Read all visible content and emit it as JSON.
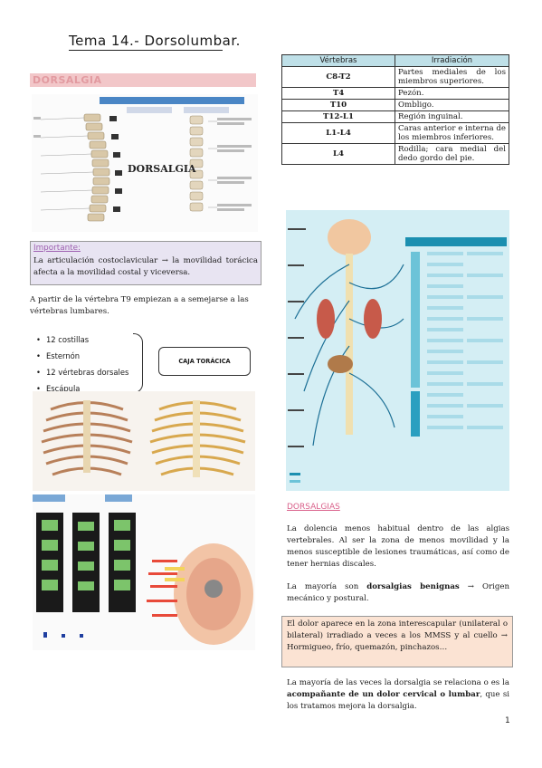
{
  "title": "Tema 14.- Dorsolumbar.",
  "table": {
    "headers": [
      "Vértebras",
      "Irradiación"
    ],
    "rows": [
      {
        "v": "C8-T2",
        "r": "Partes mediales de los miembros superiores."
      },
      {
        "v": "T4",
        "r": "Pezón."
      },
      {
        "v": "T10",
        "r": "Ombligo."
      },
      {
        "v": "T12-L1",
        "r": "Región inguinal."
      },
      {
        "v": "L1-L4",
        "r": "Caras anterior e interna de los miembros inferiores."
      },
      {
        "v": "L4",
        "r": "Rodilla; cara medial del dedo gordo del pie."
      }
    ]
  },
  "dorsalgia_header": "DORSALGIA",
  "figure1": {
    "label": "DORSALGIA"
  },
  "importante": {
    "label": "Importante:",
    "text": "La articulación costoclavicular → la movilidad torácica afecta a la movilidad costal y viceversa."
  },
  "t9_text": "A partir de la vértebra T9 empiezan a a semejarse a las vértebras lumbares.",
  "bullets": [
    "12 costillas",
    "Esternón",
    "12 vértebras dorsales",
    "Escápula"
  ],
  "caja": "CAJA TORÁCICA",
  "section": {
    "title": "DORSALGIAS",
    "p1": "La dolencia menos habitual dentro de las algias vertebrales. Al ser la zona de menos movilidad y la menos susceptible de lesiones traumáticas, así como de tener hernias discales.",
    "p2_pre": "La mayoría son ",
    "p2_bold": "dorsalgias benignas",
    "p2_post": " → Origen mecánico y postural.",
    "peach": "El dolor aparece en la zona interescapular (unilateral o bilateral) irradiado a veces a los MMSS y al cuello → Hormigueo, frío, quemazón, pinchazos…",
    "p3_pre": "La mayoría de las veces la dorsalgia se relaciona o es la ",
    "p3_bold": "acompañante de un dolor cervical o lumbar",
    "p3_post": ", que si los tratamos mejora la dorsalgia."
  },
  "page_number": "1",
  "colors": {
    "pink": "#f2c7c9",
    "lavender": "#e8e4f2",
    "peach": "#fbe3d3",
    "teal": "#bfe0e8",
    "blue_fig": "#1b8fb0"
  }
}
